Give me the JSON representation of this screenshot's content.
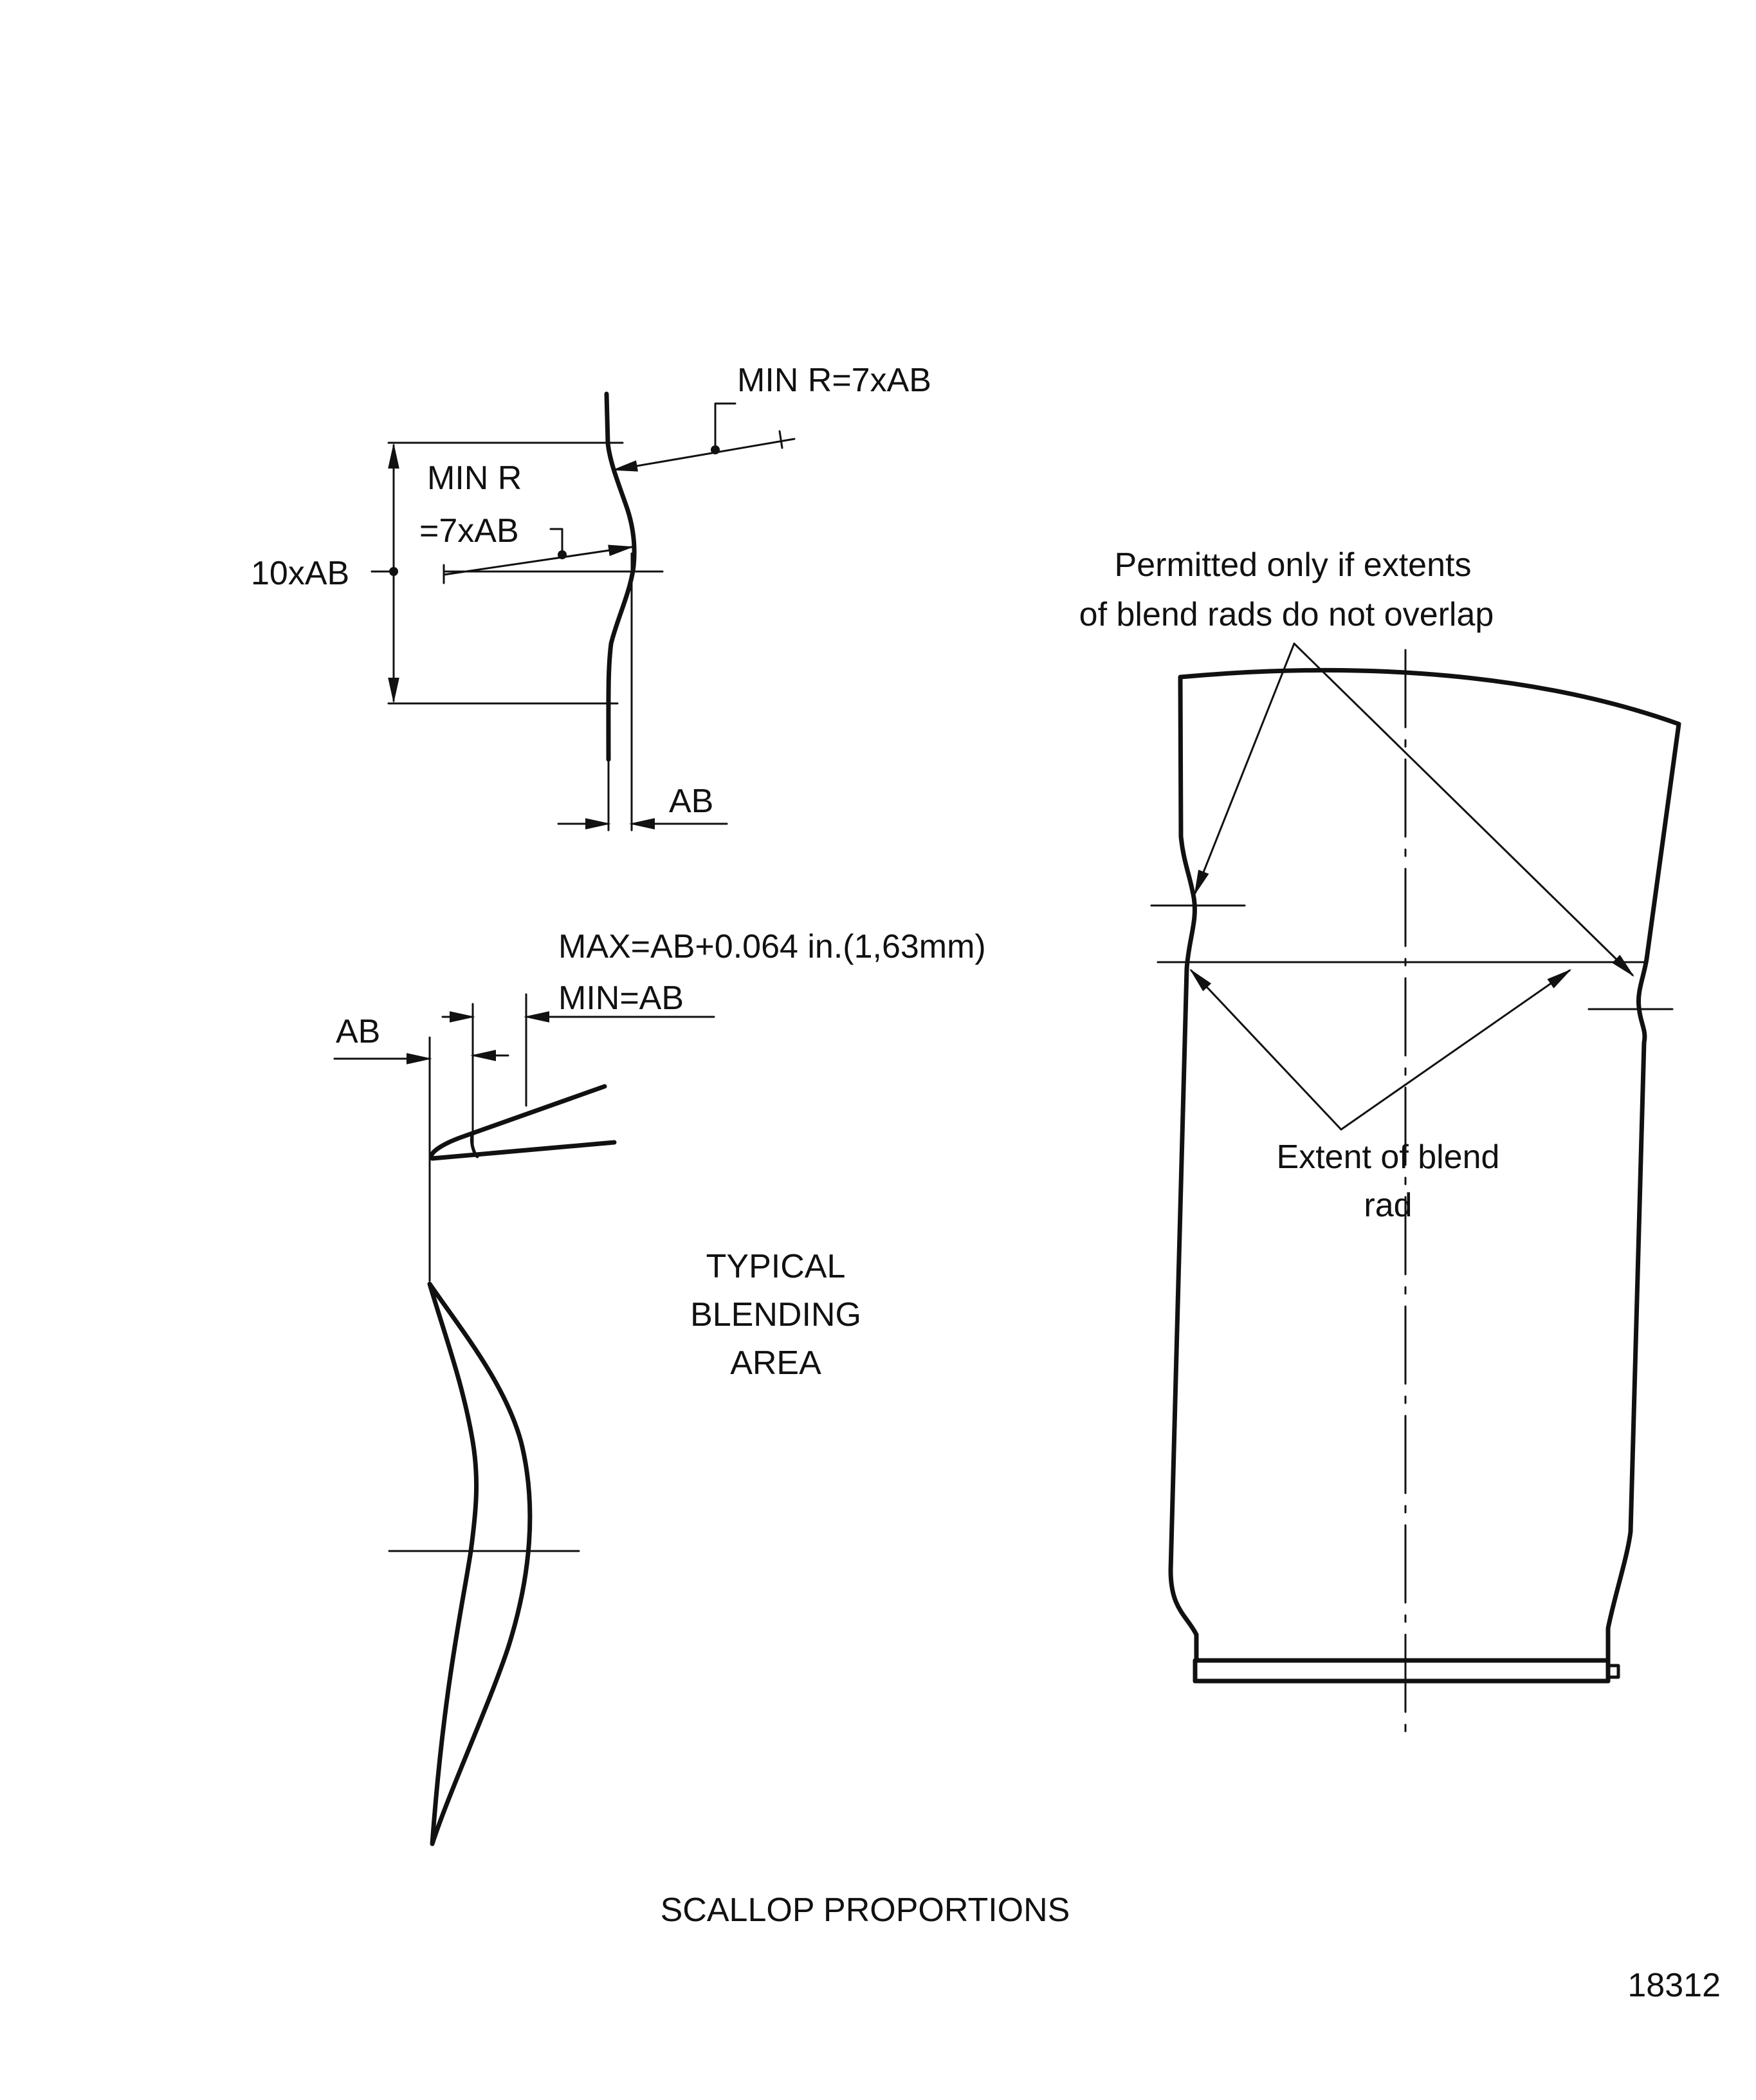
{
  "title": "SCALLOP PROPORTIONS",
  "figure_number": "18312",
  "top_detail": {
    "outer_radius_label": "MIN R=7xAB",
    "inner_radius_label_line1": "MIN R",
    "inner_radius_label_line2": "=7xAB",
    "length_label": "10xAB",
    "depth_label": "AB"
  },
  "blend_detail": {
    "max_label": "MAX=AB+0.064 in.(1,63mm)",
    "min_label": "MIN=AB",
    "depth_label": "AB",
    "area_label_line1": "TYPICAL",
    "area_label_line2": "BLENDING",
    "area_label_line3": "AREA"
  },
  "blade_view": {
    "permitted_note_line1": "Permitted only if extents",
    "permitted_note_line2": "of blend rads do not overlap",
    "extent_note_line1": "Extent of blend",
    "extent_note_line2": "rad"
  },
  "colors": {
    "ink": "#111111",
    "paper": "#ffffff"
  }
}
